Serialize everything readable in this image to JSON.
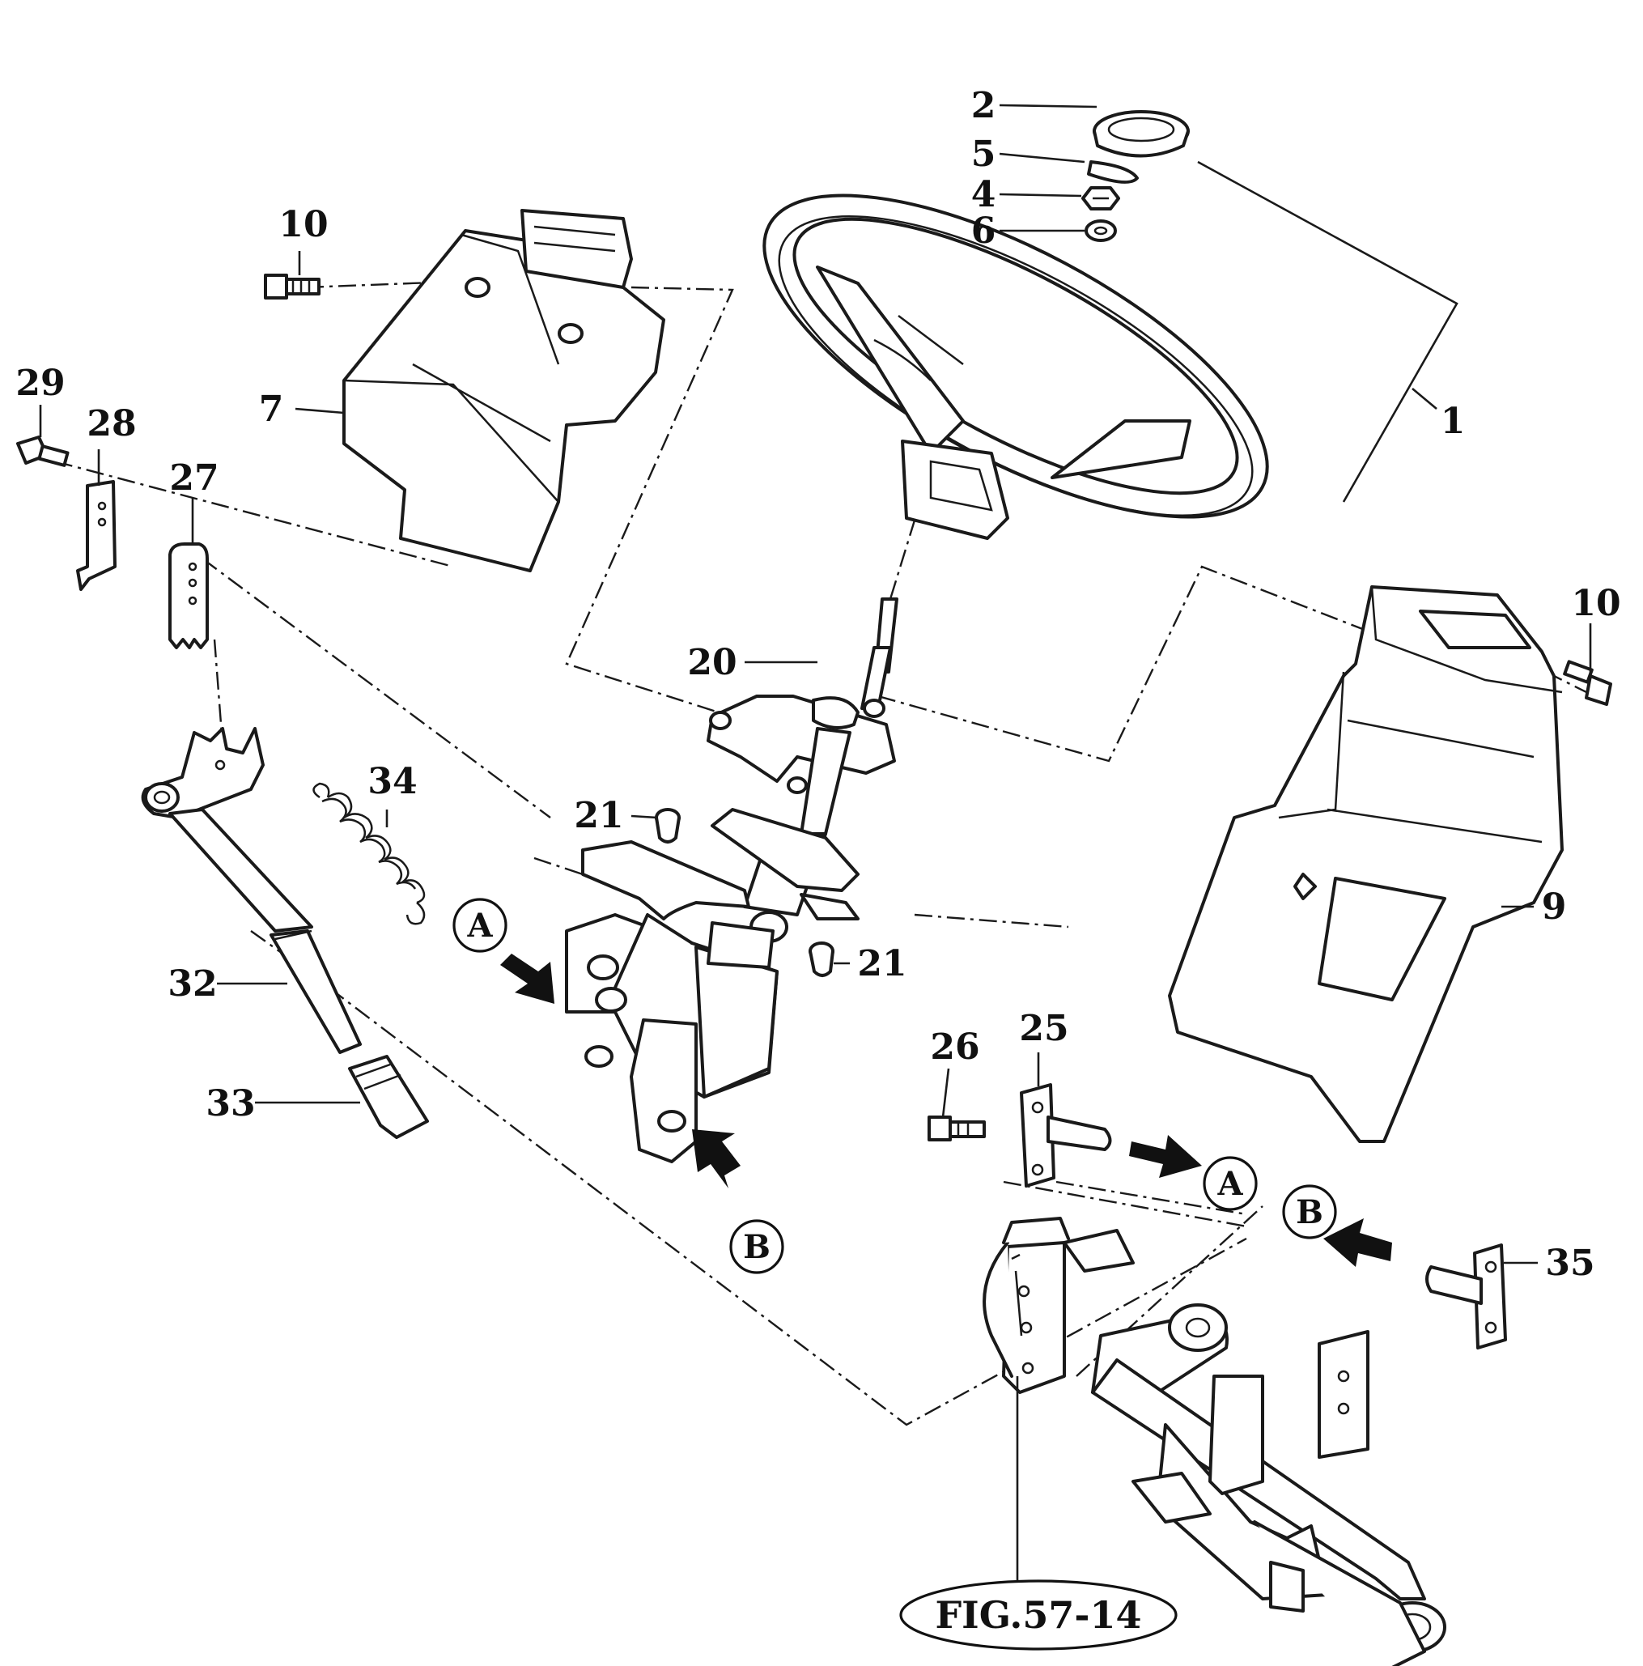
{
  "diagram": {
    "part_labels": {
      "p1": "1",
      "p2": "2",
      "p4": "4",
      "p5": "5",
      "p6": "6",
      "p7": "7",
      "p9": "9",
      "p10a": "10",
      "p10b": "10",
      "p20": "20",
      "p21a": "21",
      "p21b": "21",
      "p25": "25",
      "p26": "26",
      "p27": "27",
      "p28": "28",
      "p29": "29",
      "p32": "32",
      "p33": "33",
      "p34": "34",
      "p35": "35"
    },
    "callouts": {
      "a_upper": "A",
      "a_lower": "A",
      "b_upper": "B",
      "b_lower": "B"
    },
    "figure_reference": "FIG.57-14"
  }
}
